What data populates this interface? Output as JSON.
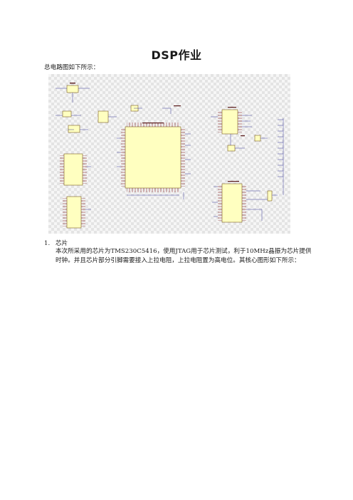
{
  "document": {
    "title": "DSP作业",
    "intro": "总电路图如下所示：",
    "section1": {
      "number": "1.",
      "heading": "芯片",
      "paragraph": "本次所采用的芯片为TMS230C5416，使用JTAG用于芯片测试，利于10MHz晶振为芯片提供时钟。并且芯片部分引脚需要接入上拉电阻，上拉电阻置为高电位。其核心图形如下所示："
    }
  },
  "colors": {
    "chip_fill": "#ffffc0",
    "chip_stroke": "#7a5a20",
    "wire": "#3a3a9a",
    "pin": "#8a2a2a"
  }
}
